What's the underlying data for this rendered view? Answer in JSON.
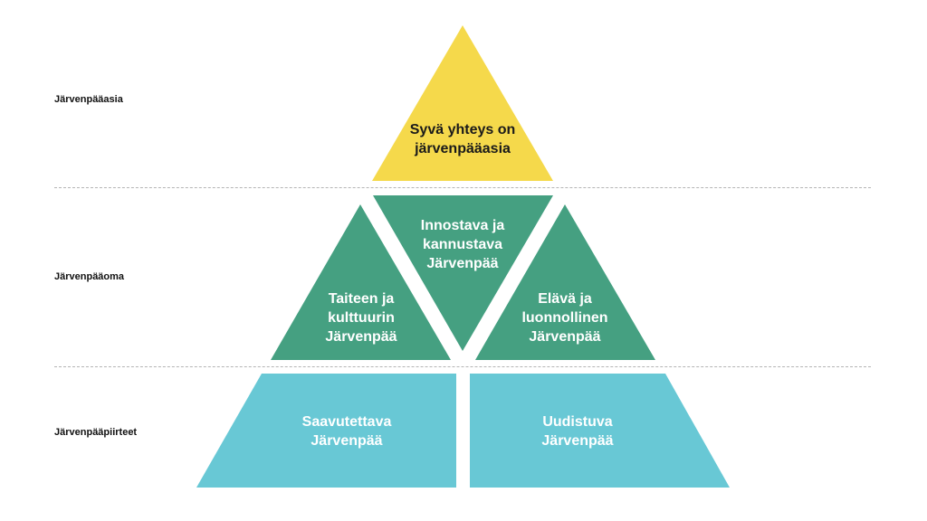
{
  "row_labels": {
    "top": "Järvenpääasia",
    "middle": "Järvenpääoma",
    "bottom": "Järvenpääpiirteet"
  },
  "colors": {
    "top": "#f5d94b",
    "middle": "#45a081",
    "bottom": "#68c8d5",
    "divider": "#b5b5b5"
  },
  "shapes": {
    "apex": "Syvä yhteys on\njärvenpääasia",
    "middle_left": "Taiteen ja\nkulttuurin\nJärvenpää",
    "middle_center": "Innostava ja\nkannustava\nJärvenpää",
    "middle_right": "Elävä ja\nluonnollinen\nJärvenpää",
    "bottom_left": "Saavutettava\nJärvenpää",
    "bottom_right": "Uudistuva\nJärvenpää"
  }
}
